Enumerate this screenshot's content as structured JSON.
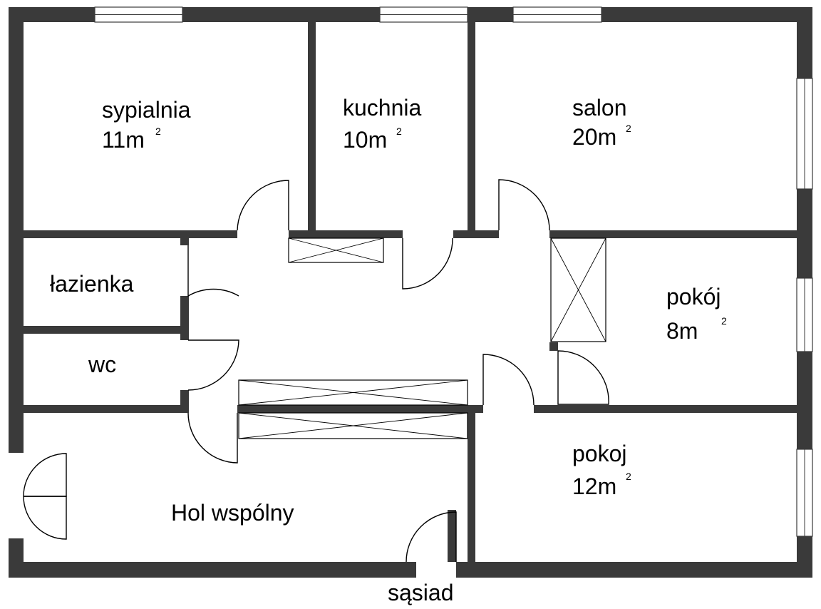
{
  "rooms": {
    "sypialnia": {
      "name": "sypialnia",
      "area": "11m",
      "sup": "2"
    },
    "kuchnia": {
      "name": "kuchnia",
      "area": "10m",
      "sup": "2"
    },
    "salon": {
      "name": "salon",
      "area": "20m",
      "sup": "2"
    },
    "lazienka": {
      "name": "łazienka"
    },
    "wc": {
      "name": "wc"
    },
    "pokoj8": {
      "name": "pokój",
      "area": "8m",
      "sup": "2"
    },
    "pokoj12": {
      "name": "pokoj",
      "area": "12m",
      "sup": "2"
    },
    "hol": {
      "name": "Hol wspólny"
    }
  },
  "neighbor_label": "sąsiad",
  "colors": {
    "wall": "#3a3a3a",
    "line": "#000000",
    "background": "#ffffff"
  }
}
